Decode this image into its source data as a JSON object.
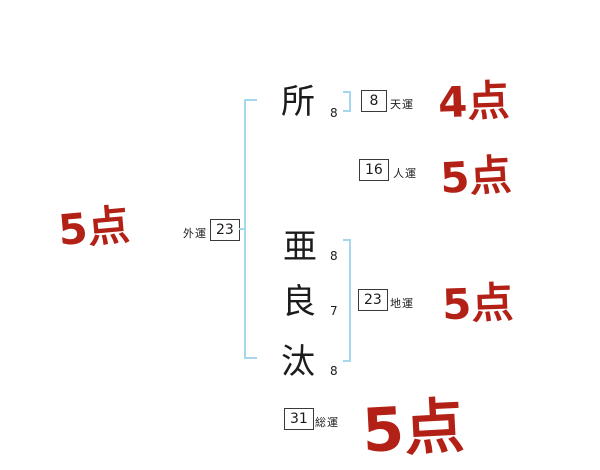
{
  "name_chars": [
    {
      "char": "所",
      "strokes": "8"
    },
    {
      "char": "亜",
      "strokes": "8"
    },
    {
      "char": "良",
      "strokes": "7"
    },
    {
      "char": "汰",
      "strokes": "8"
    }
  ],
  "fortunes": {
    "tenun": {
      "label": "天運",
      "value": "8",
      "score": "4点"
    },
    "jinun": {
      "label": "人運",
      "value": "16",
      "score": "5点"
    },
    "gaiun": {
      "label": "外運",
      "value": "23",
      "score": "5点"
    },
    "chiun": {
      "label": "地運",
      "value": "23",
      "score": "5点"
    },
    "souun": {
      "label": "総運",
      "value": "31",
      "score": "5点"
    }
  },
  "colors": {
    "accent_blue": "#a5d8ec",
    "score_red": "#b32015"
  }
}
